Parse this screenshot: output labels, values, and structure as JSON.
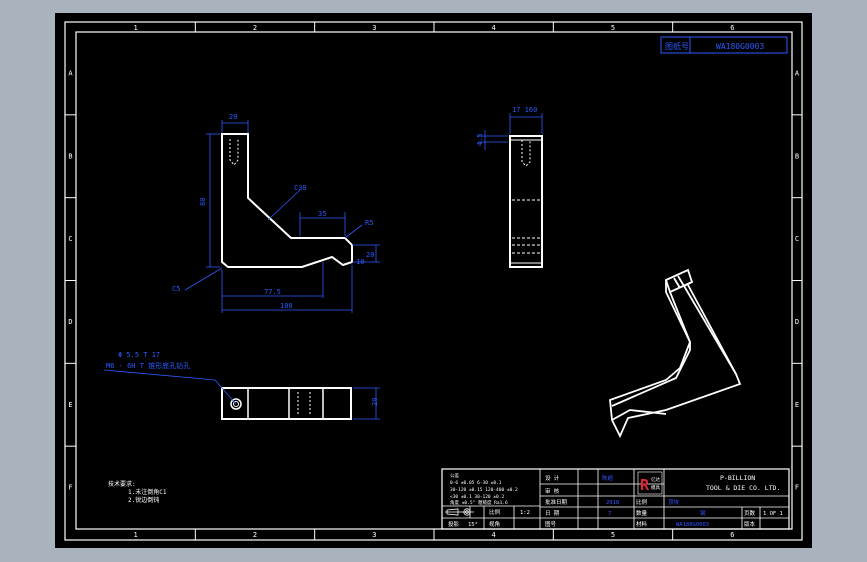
{
  "colors": {
    "window_bg": "#a9b3bd",
    "sheet": "#000000",
    "frame": "#ffffff",
    "dim": "#2b5cff",
    "table": "#ffffff",
    "label_blue": "#3355ff"
  },
  "border": {
    "columns": [
      "1",
      "2",
      "3",
      "4",
      "5",
      "6"
    ],
    "rows": [
      "A",
      "B",
      "C",
      "D",
      "E",
      "F"
    ]
  },
  "drawing_number": {
    "label": "图纸号",
    "value": "WA180G0003"
  },
  "dimensions": {
    "front_top_width": "20",
    "front_height": "80",
    "chamfer": "C30",
    "slot_width": "35",
    "right_radius": "R5",
    "right_height_1": "20",
    "right_height_2": "10",
    "corner": "C5",
    "base_offset": "77.5",
    "overall_length": "100",
    "side_top": "17 160",
    "side_left": "4.5",
    "bottom_height": "20"
  },
  "hole_note": {
    "line1": "Φ 5.5 T 17",
    "line2": "M6 - 6H T 锥形底孔钻孔"
  },
  "tech_notes": {
    "title": "技术要求:",
    "line1": "1.未注倒角C1",
    "line2": "2.锐边倒钝"
  },
  "title_block": {
    "company_en_1": "P-BILLION",
    "company_en_2": "TOOL & DIE CO. LTD.",
    "logo_letter": "R",
    "logo_cn_1": "亿达",
    "logo_cn_2": "模具",
    "tol_header": "公差",
    "tol_lines": [
      "0-6 ±0.05  6-30 ±0.1",
      "30-120 ±0.15  120-400 ±0.2",
      "<30 ±0.1  30-120 ±0.2",
      "角度 ±0.5°  粗糙度 Ra1.6"
    ],
    "row_labels": [
      "设 计",
      "审 核",
      "批准日期",
      "日 期"
    ],
    "row_values": [
      "陈超",
      "",
      "2018",
      "7"
    ],
    "col2_labels": [
      "比例",
      "数量",
      "材料",
      "图号"
    ],
    "col2_values": [
      "",
      "",
      "",
      "WA180G0003"
    ],
    "ratio": "1:2",
    "scale_label": "比例",
    "projection_label": "投影",
    "angle_label": "视角",
    "angle_value": "15°",
    "page_label": "页数",
    "page_value": "1 OF 1",
    "version_label": "版本",
    "material_value": "钢",
    "part_name": "顶块"
  }
}
